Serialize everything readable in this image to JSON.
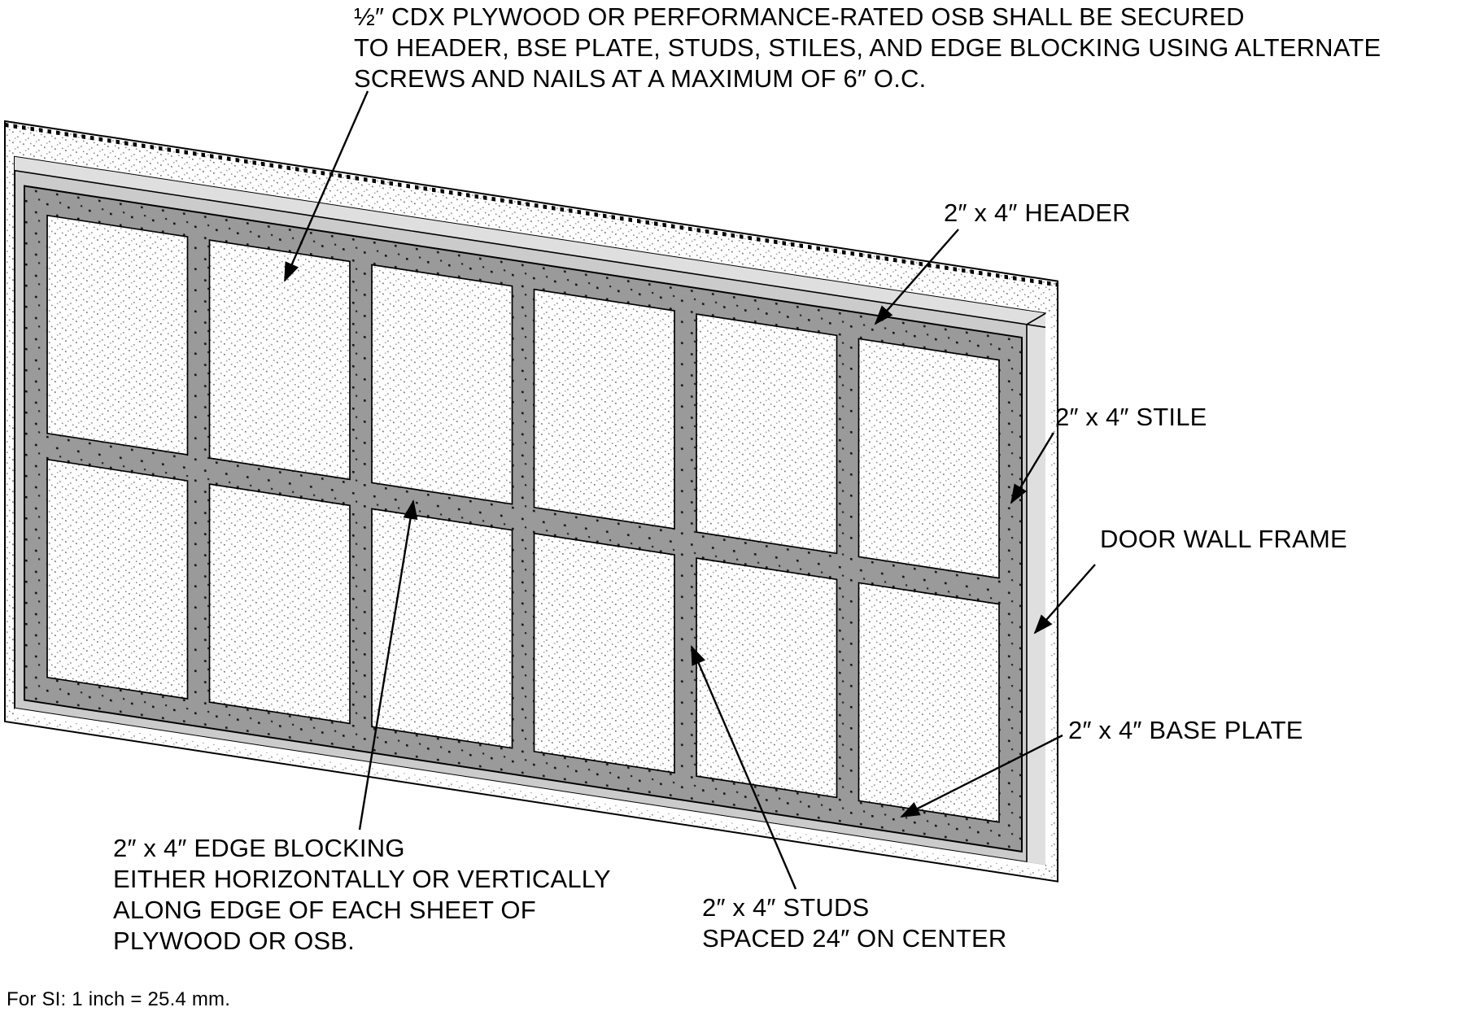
{
  "figure": {
    "title": "Door wall frame construction diagram",
    "panel_rows": 2,
    "panel_columns": 6,
    "colors": {
      "background": "#ffffff",
      "frame_gray": "#9a9a9a",
      "edge_light": "#cbcbcb",
      "edge_lighter": "#dfdfdf",
      "panel_dot": "#7a7a7a",
      "frame_dot": "#141414",
      "outline": "#000000"
    }
  },
  "labels": {
    "note": "½″ CDX PLYWOOD OR PERFORMANCE-RATED OSB SHALL BE SECURED\nTO HEADER, BSE PLATE, STUDS, STILES, AND EDGE BLOCKING USING ALTERNATE\nSCREWS AND NAILS AT A MAXIMUM OF 6″ O.C.",
    "header": "2″ x 4″ HEADER",
    "stile": "2″ x 4″ STILE",
    "door_wall_frame": "DOOR WALL FRAME",
    "base_plate": "2″ x 4″ BASE PLATE",
    "edge_blocking": "2″ x 4″ EDGE BLOCKING\nEITHER HORIZONTALLY OR VERTICALLY\nALONG EDGE OF EACH SHEET OF\nPLYWOOD OR OSB.",
    "studs": "2″ x 4″ STUDS\nSPACED 24″ ON CENTER"
  },
  "footer": {
    "si_note": "For SI: 1 inch = 25.4 mm."
  }
}
